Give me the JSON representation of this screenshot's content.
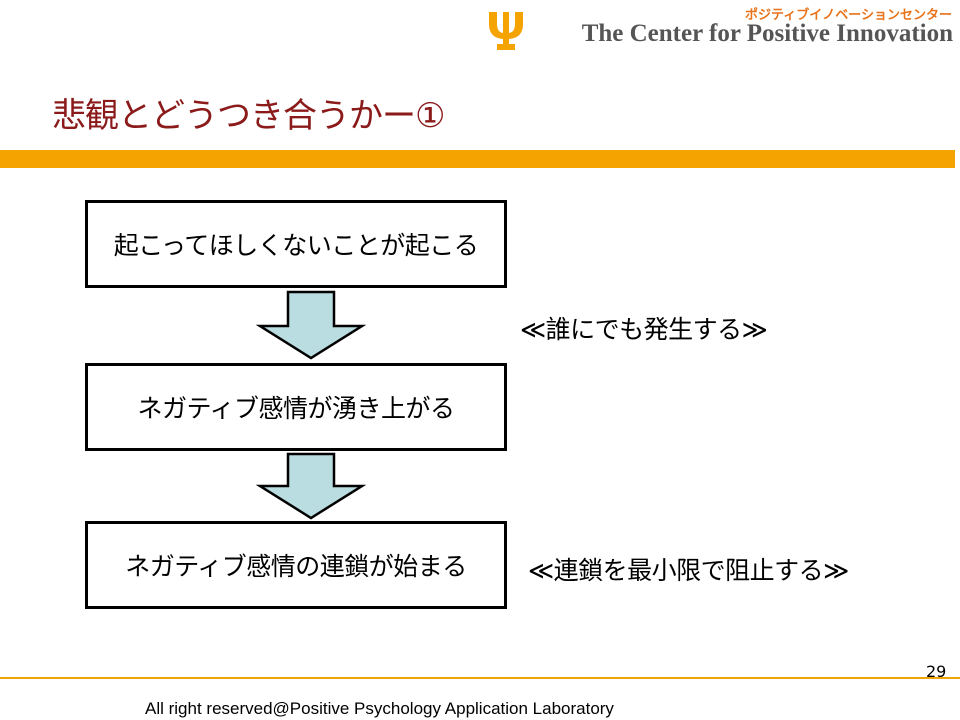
{
  "header": {
    "brand_jp": "ポジティブイノベーションセンター",
    "brand_en": "The Center for Positive Innovation",
    "logo_icon": "psi-icon",
    "logo_color": "#f5a300"
  },
  "slide": {
    "title": "悲観とどうつき合うかー①",
    "title_color": "#8b1a1a",
    "accent_color": "#f5a300"
  },
  "flow": {
    "steps": [
      "起こってほしくないことが起こる",
      "ネガティブ感情が湧き上がる",
      "ネガティブ感情の連鎖が始まる"
    ],
    "arrow_color": "#b9dde0",
    "notes": [
      "≪誰にでも発生する≫",
      "≪連鎖を最小限で阻止する≫"
    ]
  },
  "footer": {
    "page_number": "29",
    "copyright": "All right reserved@Positive Psychology Application Laboratory"
  }
}
